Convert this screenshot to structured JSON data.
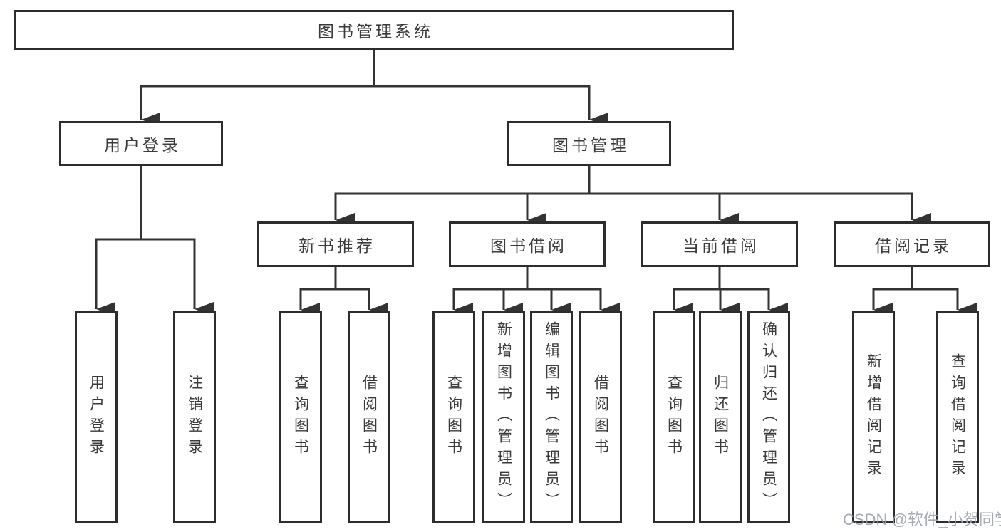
{
  "diagram": {
    "root": {
      "label": "图书管理系统"
    },
    "children": [
      {
        "label": "用户登录",
        "children": [
          "用户登录",
          "注销登录"
        ]
      },
      {
        "label": "图书管理",
        "children": [
          {
            "label": "新书推荐",
            "children": [
              "查询图书",
              "借阅图书"
            ]
          },
          {
            "label": "图书借阅",
            "children": [
              "查询图书",
              "新增图书（管理员）",
              "编辑图书（管理员）",
              "借阅图书"
            ]
          },
          {
            "label": "当前借阅",
            "children": [
              "查询图书",
              "归还图书",
              "确认归还（管理员）"
            ]
          },
          {
            "label": "借阅记录",
            "children": [
              "新增借阅记录",
              "查询借阅记录"
            ]
          }
        ]
      }
    ]
  },
  "watermark": "CSDN @软件_小贺同学",
  "colors": {
    "background": "#ffffff",
    "line": "#333333",
    "box_border": "#2d2d2d",
    "text": "#3a3a3a",
    "watermark": "#9ea4af"
  }
}
